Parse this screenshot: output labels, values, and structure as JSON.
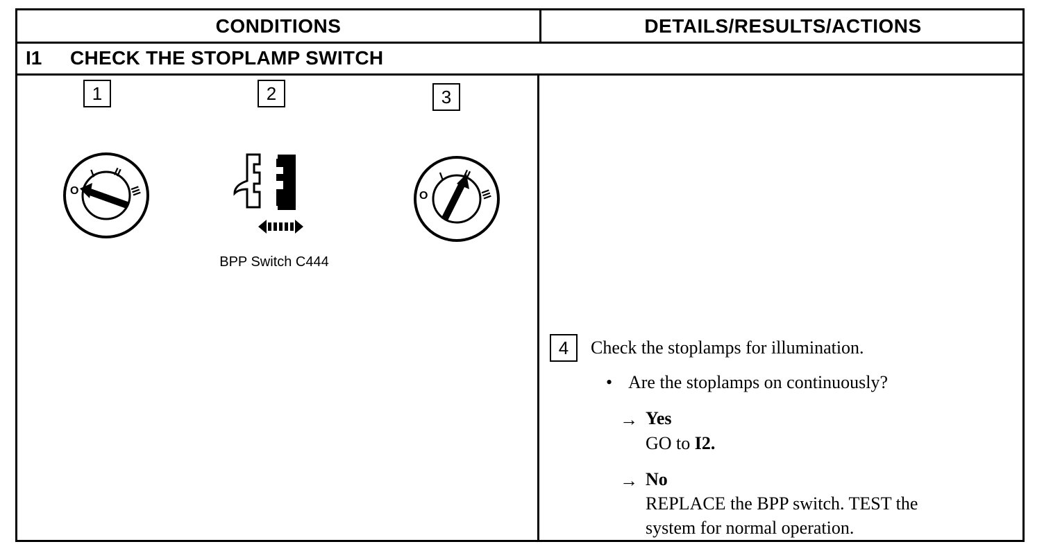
{
  "table": {
    "header_left": "CONDITIONS",
    "header_right": "DETAILS/RESULTS/ACTIONS"
  },
  "section": {
    "id": "I1",
    "title": "CHECK THE STOPLAMP SWITCH"
  },
  "steps": {
    "step1": "1",
    "step2": "2",
    "step3": "3",
    "step4": "4"
  },
  "figures": {
    "switch_caption": "BPP Switch C444",
    "dial_mark_off": "O",
    "dial_mark_1": "I",
    "dial_mark_2": "II",
    "dial_mark_3": "III"
  },
  "details": {
    "instruction": "Check the stoplamps for illumination.",
    "question": "Are the stoplamps on continuously?",
    "bullet": "•",
    "arrow": "→",
    "yes_label": "Yes",
    "yes_action_prefix": "GO to ",
    "yes_action_target": "I2.",
    "no_label": "No",
    "no_action_line1": "REPLACE the BPP switch. TEST the",
    "no_action_line2": "system for normal operation."
  }
}
